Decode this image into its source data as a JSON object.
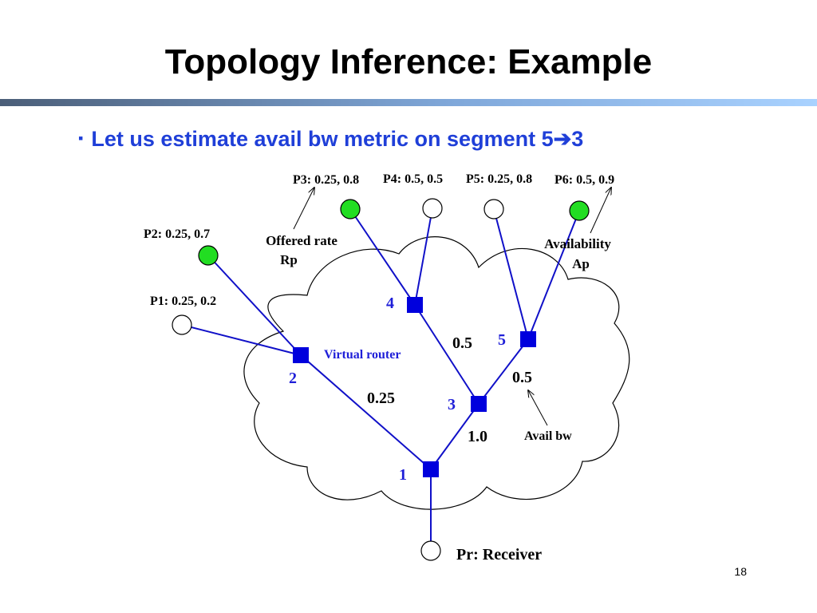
{
  "slide": {
    "title": "Topology Inference: Example",
    "bullet": {
      "marker": "▪",
      "text": "Let us estimate avail bw metric on segment 5",
      "arrow": "➔",
      "target": "3"
    },
    "page_number": "18"
  },
  "diagram": {
    "leaves": {
      "p1": "P1: 0.25, 0.2",
      "p2": "P2: 0.25, 0.7",
      "p3": "P3: 0.25, 0.8",
      "p4": "P4: 0.5, 0.5",
      "p5": "P5: 0.25, 0.8",
      "p6": "P6: 0.5, 0.9",
      "receiver": "Pr: Receiver"
    },
    "routers": {
      "r1": "1",
      "r2": "2",
      "r3": "3",
      "r4": "4",
      "r5": "5"
    },
    "links": {
      "l_2_1": "0.25",
      "l_4_3": "0.5",
      "l_5_3": "0.5",
      "l_3_1": "1.0"
    },
    "annotations": {
      "offered_rate_line1": "Offered rate",
      "offered_rate_line2": "Rp",
      "availability_line1": "Availability",
      "availability_line2": "Ap",
      "virtual_router": "Virtual router",
      "avail_bw": "Avail bw"
    },
    "colors": {
      "active_leaf": "#22dd22",
      "router": "#0000dd",
      "link": "#1010c8",
      "label_blue": "#1f1fd8"
    }
  }
}
